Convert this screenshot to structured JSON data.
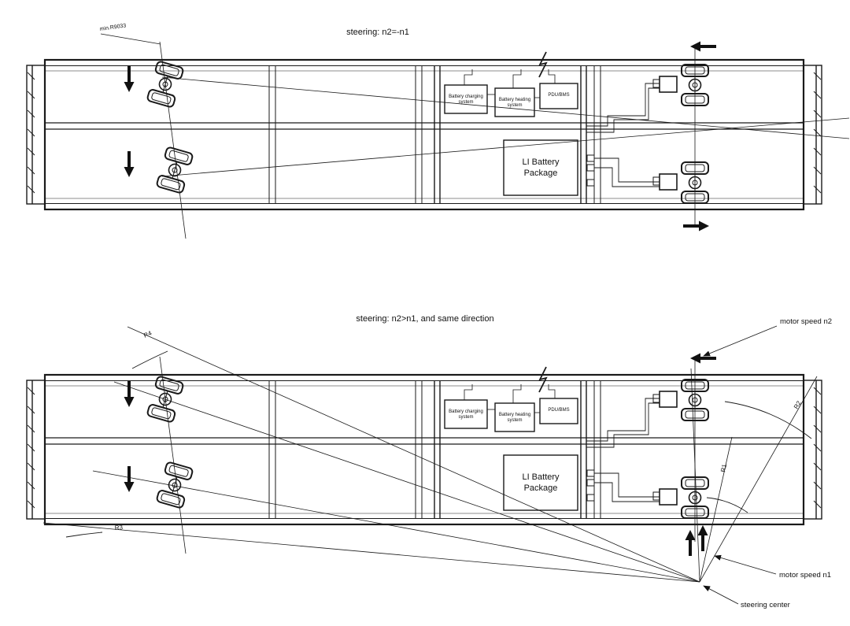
{
  "diagrams": {
    "top": {
      "title": "steering: n2=-n1",
      "min_radius": "min.R9033"
    },
    "bottom": {
      "title": "steering: n2>n1, and  same direction",
      "r1": "R1",
      "r2": "R2",
      "r3": "R3",
      "r4": "R4",
      "motor_speed_n2": "motor speed n2",
      "motor_speed_n1": "motor speed n1",
      "steering_center": "steering center"
    }
  },
  "chassis": {
    "battery_charging": "Battery charging system",
    "battery_heating": "Battery heating system",
    "pdu_bms": "PDU/BMS",
    "li_battery": "LI Battery Package"
  }
}
